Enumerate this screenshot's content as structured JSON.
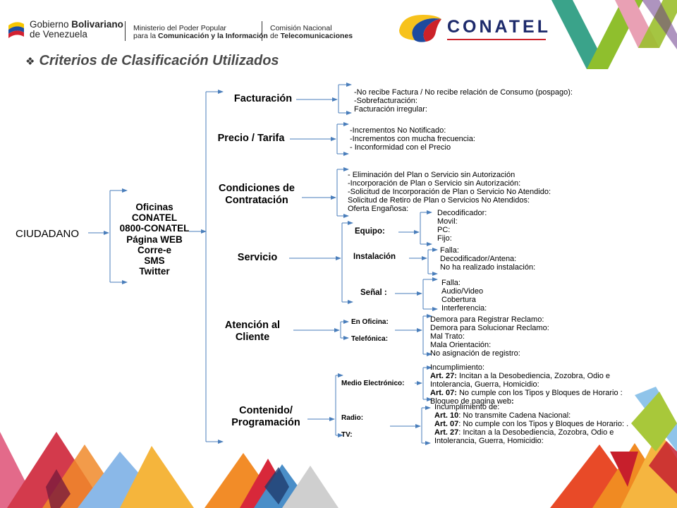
{
  "header": {
    "gov_logo_line1_a": "Gobierno ",
    "gov_logo_line1_b": "Bolivariano",
    "gov_logo_line2": "de Venezuela",
    "ministry_line1": "Ministerio del Poder Popular",
    "ministry_line2_a": "para la ",
    "ministry_line2_b": "Comunicación y la Información",
    "commission_line1": "Comisión Nacional",
    "commission_line2_a": "de ",
    "commission_line2_b": "Telecomunicaciones",
    "conatel_logo": "CONATEL"
  },
  "title": {
    "bullet": "❖",
    "text": "Criterios de Clasificación Utilizados"
  },
  "colors": {
    "line_blue": "#4a7ebb",
    "title_gray": "#4a4a4a",
    "conatel_red": "#cc2229",
    "conatel_yellow": "#f7c21c",
    "conatel_blue": "#1d4a9e"
  },
  "diagram": {
    "root": "CIUDADANO",
    "channels": [
      "Oficinas",
      "CONATEL",
      "0800-CONATEL",
      "Página WEB",
      "Corre-e",
      "SMS",
      "Twitter"
    ],
    "categories": {
      "facturacion": {
        "label": "Facturación",
        "items": [
          "-No recibe Factura / No recibe relación de Consumo (pospago):",
          "-Sobrefacturación:",
          "Facturación irregular:"
        ]
      },
      "precio": {
        "label": "Precio / Tarifa",
        "items": [
          "-Incrementos No Notificado:",
          "-Incrementos con mucha frecuencia:",
          "- Inconformidad con el Precio"
        ]
      },
      "condiciones": {
        "label_line1": "Condiciones de",
        "label_line2": "Contratación",
        "items": [
          "- Eliminación del Plan o Servicio sin Autorización",
          "-Incorporación de Plan o Servicio sin Autorización:",
          "-Solicitud de Incorporación de Plan o Servicio No Atendido:",
          "Solicitud de Retiro de Plan  o Servicios No Atendidos:",
          "Oferta Engañosa:"
        ]
      },
      "servicio": {
        "label": "Servicio",
        "equipo": {
          "label": "Equipo:",
          "items": [
            "Decodificador:",
            "Movil:",
            "PC:",
            "Fijo:"
          ]
        },
        "instalacion": {
          "label": "Instalación",
          "items": [
            "Falla:",
            "Decodificador/Antena:",
            "No ha realizado instalación:"
          ]
        },
        "senal": {
          "label": "Señal :",
          "items": [
            "Falla:",
            "Audio/Video",
            "Cobertura",
            "Interferencia:"
          ]
        }
      },
      "atencion": {
        "label_line1": "Atención al",
        "label_line2": "Cliente",
        "sub1": "En Oficina:",
        "sub2": "Telefónica:",
        "items": [
          "Demora para Registrar Reclamo:",
          "Demora para Solucionar Reclamo:",
          "Mal Trato:",
          "Mala Orientación:",
          "No asignación de registro:"
        ]
      },
      "contenido": {
        "label_line1": "Contenido/",
        "label_line2": "Programación",
        "medio": {
          "label": "Medio Electrónico:",
          "l1": "Incumplimiento:",
          "l2_b": "Art. 27:",
          "l2_t": "  Incitan a la Desobediencia, Zozobra, Odio e",
          "l3": "Intolerancia, Guerra, Homicidio:",
          "l4_b": "Art. 07:",
          "l4_t": " No cumple con los Tipos y Bloques de Horario :",
          "l5_t": "Bloqueo de pagina web",
          "l5_b": ":"
        },
        "radio": "Radio:",
        "tv": "TV:",
        "radiotv": {
          "l1": "Incumplimiento de:",
          "l2_b": "Art. 10",
          "l2_t": ": No transmite Cadena Nacional:",
          "l3_b": "Art. 07",
          "l3_t": ": No cumple con los Tipos y Bloques de Horario: .",
          "l4_b": "Art. 27",
          "l4_t": ": Incitan a la Desobediencia, Zozobra, Odio e",
          "l5": "Intolerancia, Guerra, Homicidio:"
        }
      }
    }
  }
}
